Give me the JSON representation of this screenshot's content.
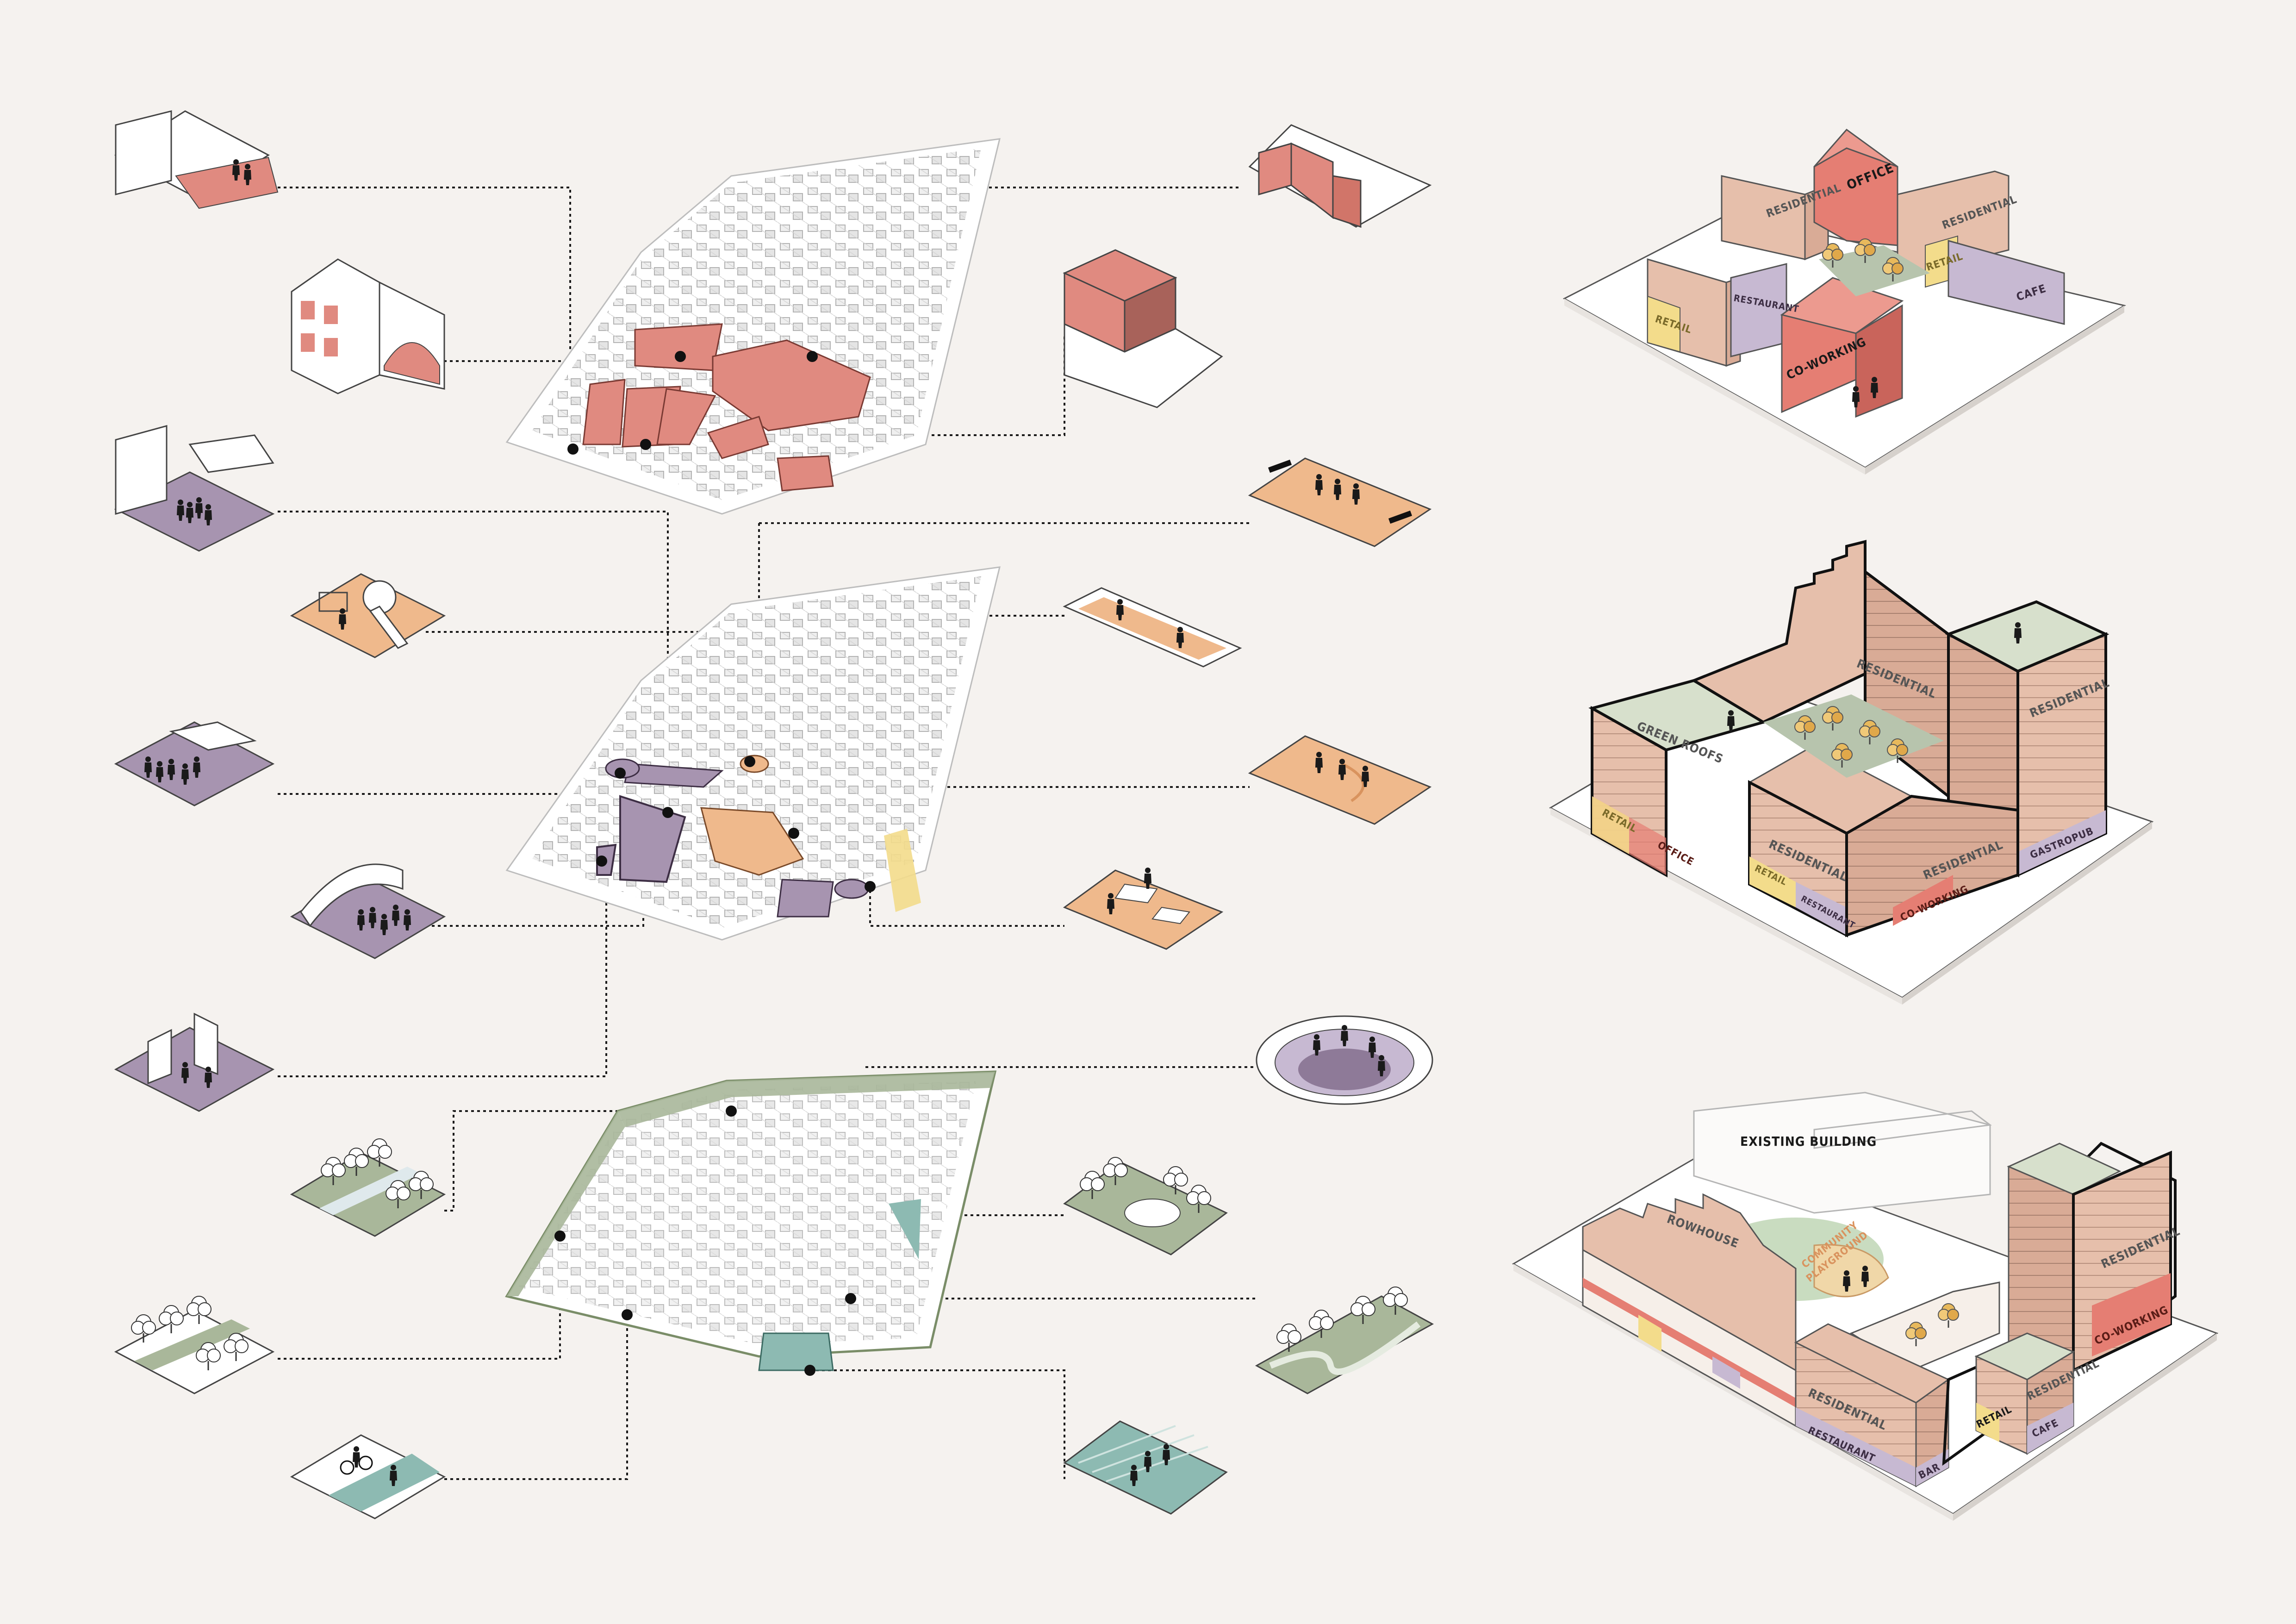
{
  "colors": {
    "background": "#f5f2ef",
    "heritage_red": "#e08a80",
    "community_purple": "#a794b0",
    "play_orange": "#efb98c",
    "landscape_green": "#a9b79a",
    "water_teal": "#8dbab2",
    "residential_brick": "#e6bfab",
    "retail_yellow": "#f3dc8b",
    "office_red": "#e57e73",
    "cafe_lavender": "#c7b9d2"
  },
  "blocks": {
    "block_1": {
      "office": "OFFICE",
      "residential_a": "RESIDENTIAL",
      "residential_b": "RESIDENTIAL",
      "retail_a": "RETAIL",
      "retail_b": "RETAIL",
      "restaurant": "RESTAURANT",
      "cafe": "CAFE",
      "coworking": "CO-WORKING"
    },
    "block_2": {
      "green_roofs": "GREEN ROOFS",
      "residential_a": "RESIDENTIAL",
      "residential_b": "RESIDENTIAL",
      "residential_c": "RESIDENTIAL",
      "residential_d": "RESIDENTIAL",
      "retail_a": "RETAIL",
      "office": "OFFICE",
      "retail_b": "RETAIL",
      "restaurant": "RESTAURANT",
      "coworking": "CO-WORKING",
      "gastropub": "GASTROPUB"
    },
    "block_3": {
      "existing": "EXISTING BUILDING",
      "rowhouse": "ROWHOUSE",
      "community": "COMMUNITY",
      "playground": "PLAYGROUND",
      "residential_a": "RESIDENTIAL",
      "residential_b": "RESIDENTIAL",
      "residential_c": "RESIDENTIAL",
      "restaurant": "RESTAURANT",
      "bar": "BAR",
      "retail": "RETAIL",
      "cafe": "CAFE",
      "coworking": "CO-WORKING"
    }
  },
  "vignettes": {
    "left": [
      {
        "name": "heritage-courtyard",
        "fill": "#e08a80"
      },
      {
        "name": "heritage-arch-building",
        "fill": "#e08a80"
      },
      {
        "name": "gallery-space",
        "fill": "#a794b0"
      },
      {
        "name": "playground",
        "fill": "#efb98c"
      },
      {
        "name": "market-pavilion",
        "fill": "#a794b0"
      },
      {
        "name": "event-canopy",
        "fill": "#a794b0"
      },
      {
        "name": "exhibition",
        "fill": "#a794b0"
      },
      {
        "name": "green-corridor",
        "fill": "#a9b79a"
      },
      {
        "name": "tree-lined-street",
        "fill": "#a9b79a"
      },
      {
        "name": "cycle-path",
        "fill": "#8dbab2"
      }
    ],
    "right": [
      {
        "name": "heritage-roofs",
        "fill": "#e08a80"
      },
      {
        "name": "heritage-extension",
        "fill": "#e08a80"
      },
      {
        "name": "sports-court",
        "fill": "#efb98c"
      },
      {
        "name": "running-track",
        "fill": "#efb98c"
      },
      {
        "name": "basketball-court",
        "fill": "#efb98c"
      },
      {
        "name": "skate-plaza",
        "fill": "#efb98c"
      },
      {
        "name": "amphitheatre",
        "fill": "#a794b0"
      },
      {
        "name": "sunken-garden",
        "fill": "#a9b79a"
      },
      {
        "name": "meadow-path",
        "fill": "#a9b79a"
      },
      {
        "name": "water-plaza",
        "fill": "#8dbab2"
      }
    ]
  }
}
